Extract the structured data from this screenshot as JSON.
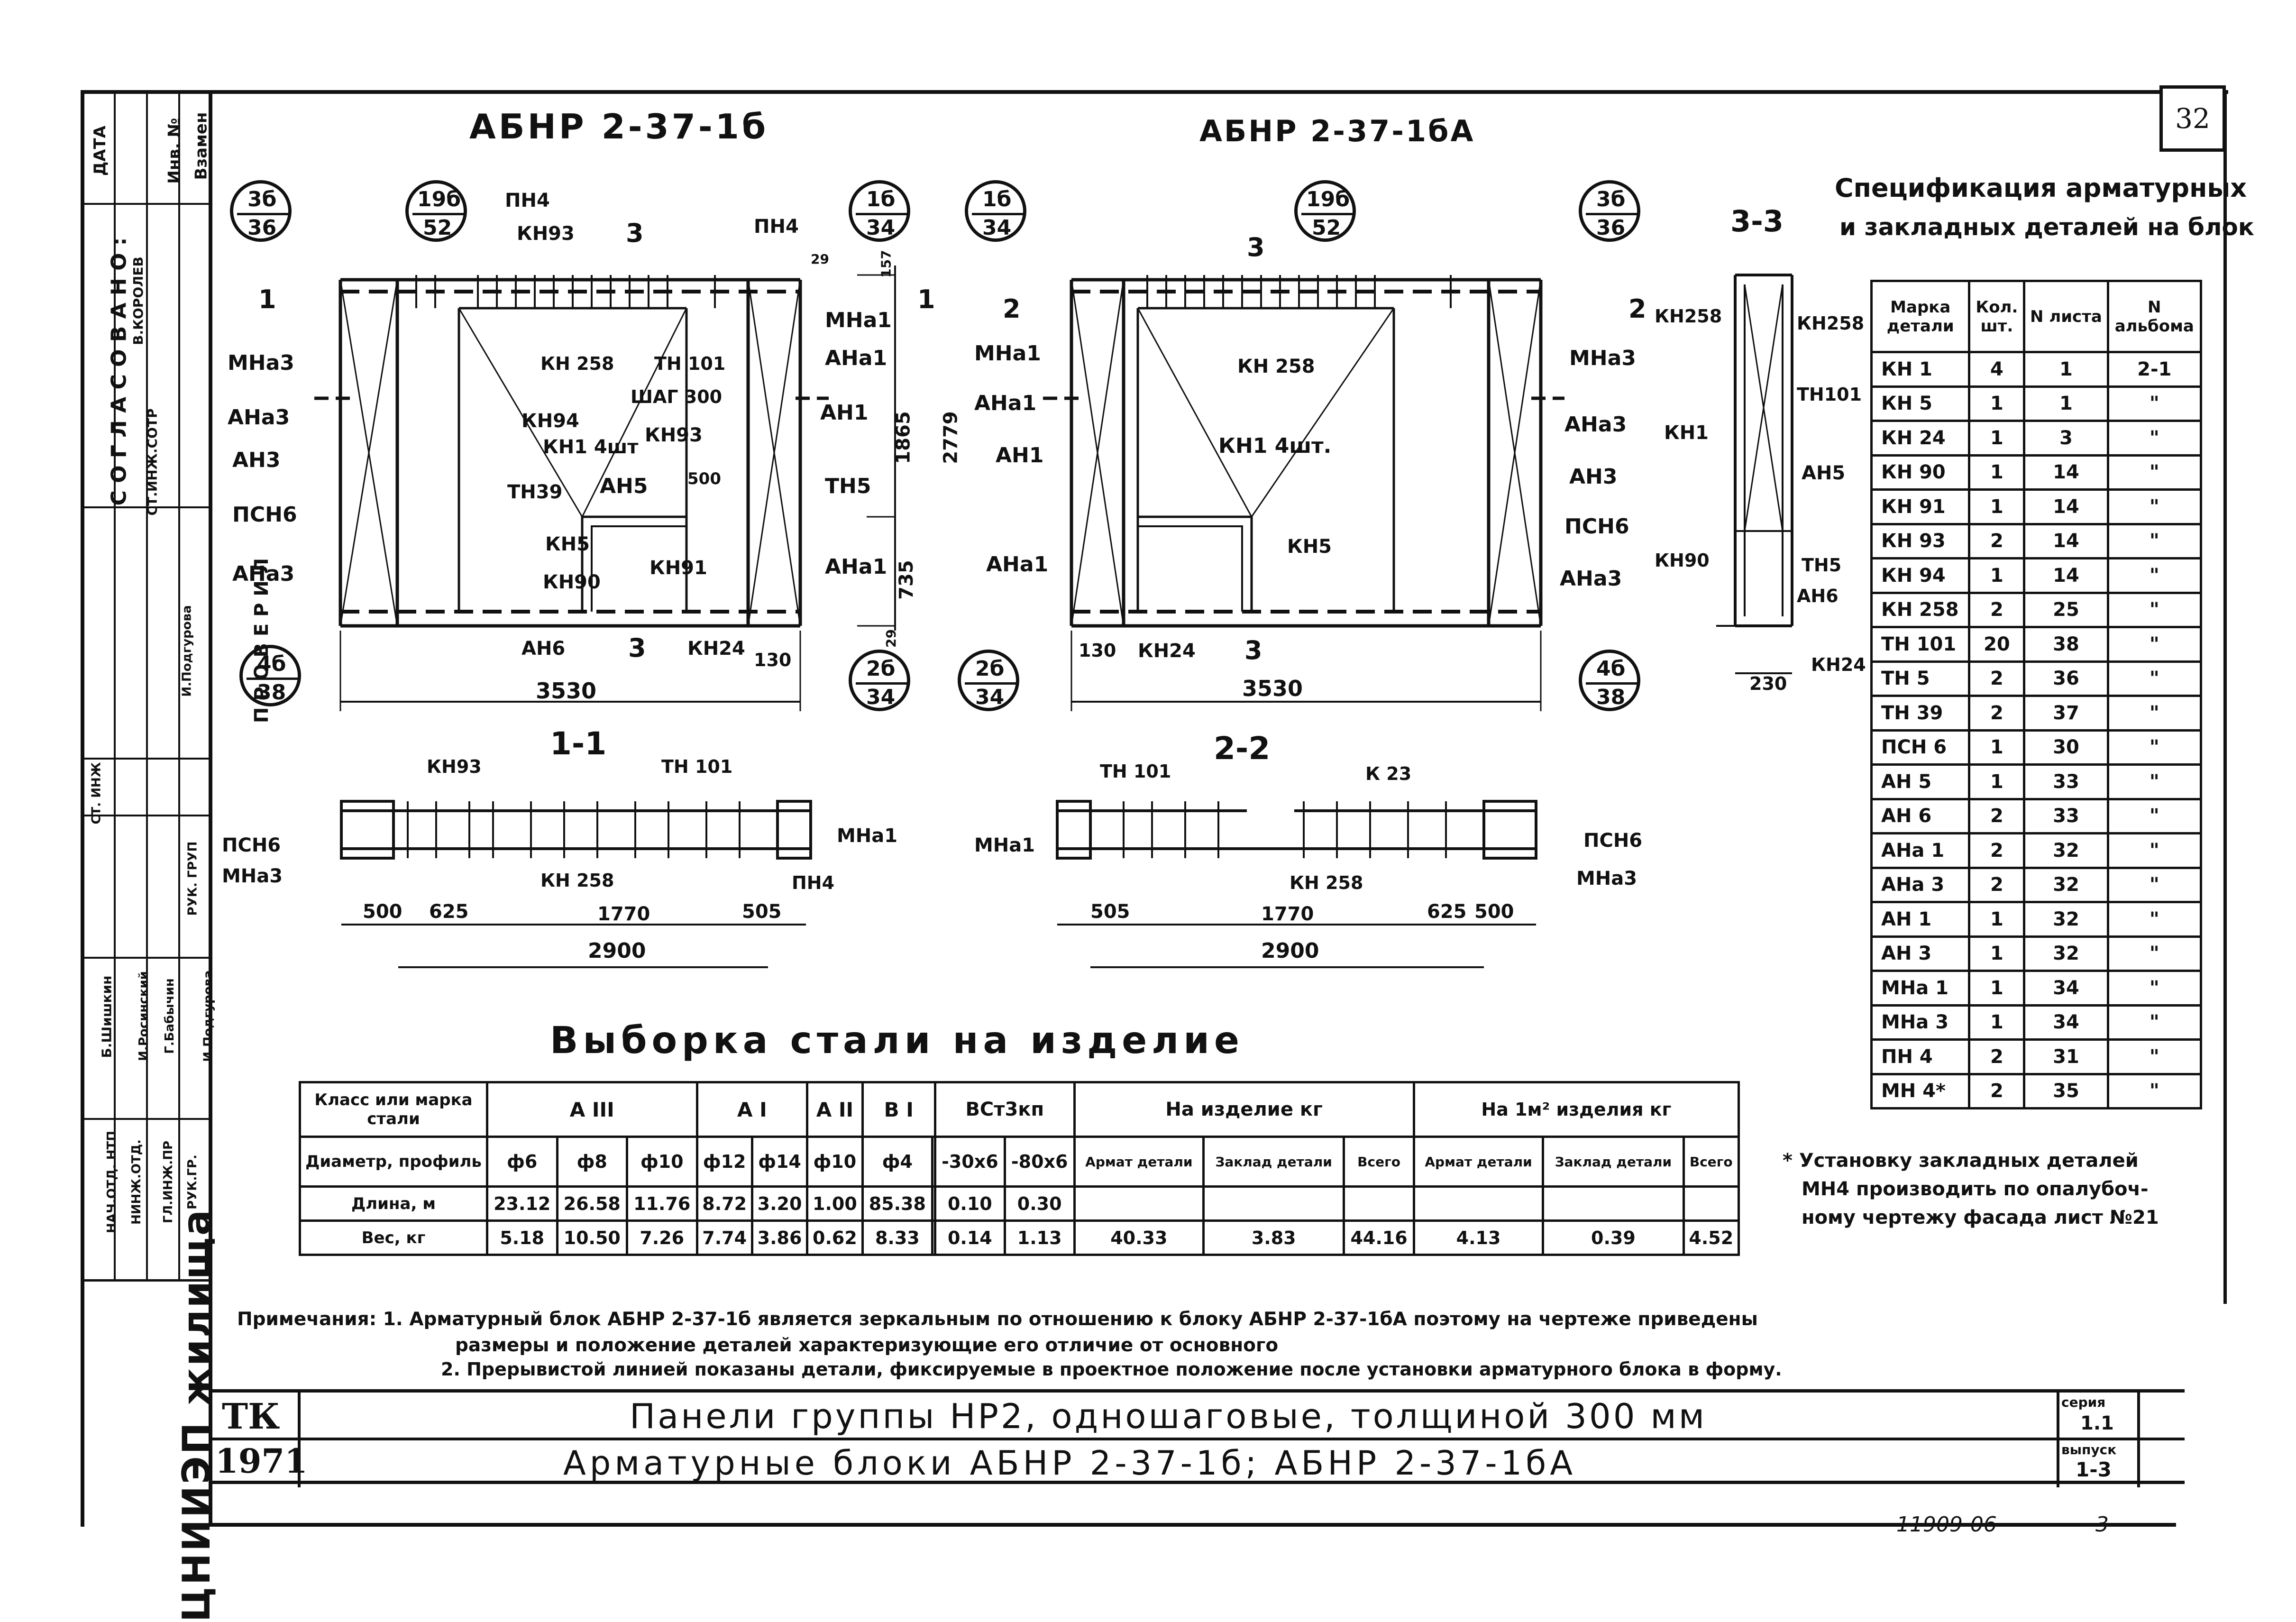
{
  "sheet_number": "32",
  "left_view_title": "АБНР 2-37-1б",
  "right_view_title": "АБНР 2-37-1бА",
  "section_33_title": "3-3",
  "section_11_title": "1-1",
  "section_22_title": "2-2",
  "left_view": {
    "bubbles": [
      {
        "top": "3б",
        "bottom": "36"
      },
      {
        "top": "19б",
        "bottom": "52"
      },
      {
        "top": "1б",
        "bottom": "34"
      },
      {
        "top": "4б",
        "bottom": "38"
      },
      {
        "top": "2б",
        "bottom": "34"
      }
    ],
    "labels": [
      "ПН4",
      "КН93",
      "ПН4",
      "МНа1",
      "АНа1",
      "АН1",
      "ТН5",
      "АНа1",
      "МНа3",
      "АНа3",
      "АН3",
      "ПСН6",
      "АНа3",
      "КН 258",
      "ТН 101",
      "ШАГ 300",
      "КН94",
      "КН1 4шт",
      "КН93",
      "ТН39",
      "АН5",
      "500",
      "КН5",
      "КН91",
      "КН90",
      "АН6",
      "КН24"
    ],
    "section_marks": [
      "1",
      "1",
      "3",
      "3"
    ],
    "dims": {
      "overall": "3530",
      "height": "2779",
      "upper": "1865",
      "lower": "735",
      "d130": "130",
      "d29": "29",
      "d157": "157",
      "d29b": "29"
    }
  },
  "right_view": {
    "bubbles": [
      {
        "top": "1б",
        "bottom": "34"
      },
      {
        "top": "19б",
        "bottom": "52"
      },
      {
        "top": "3б",
        "bottom": "36"
      },
      {
        "top": "2б",
        "bottom": "34"
      },
      {
        "top": "4б",
        "bottom": "38"
      }
    ],
    "labels": [
      "МНа1",
      "АНа1",
      "АН1",
      "КН 258",
      "КН1 4шт.",
      "КН5",
      "АНа1",
      "МНа3",
      "АНа3",
      "АН3",
      "ПСН6",
      "АНа3",
      "КН24"
    ],
    "section_marks": [
      "2",
      "2",
      "3",
      "3"
    ],
    "dims": {
      "overall": "3530",
      "d130": "130"
    }
  },
  "section_33": {
    "labels": [
      "КН258",
      "КН258",
      "ТН101",
      "КН1",
      "АН5",
      "КН90",
      "ТН5",
      "АН6",
      "КН24"
    ],
    "dim": "230"
  },
  "section_11": {
    "labels": [
      "КН93",
      "ТН 101",
      "ПСН6",
      "МНа3",
      "КН 258",
      "ПН4",
      "МНа1"
    ],
    "dims": [
      "500",
      "625",
      "1770",
      "505"
    ],
    "total": "2900"
  },
  "section_22": {
    "labels": [
      "ТН 101",
      "К 23",
      "МНа1",
      "ПСН6",
      "КН 258",
      "МНа3"
    ],
    "dims": [
      "505",
      "1770",
      "625",
      "500"
    ],
    "total": "2900"
  },
  "spec": {
    "title_line1": "Спецификация арматурных",
    "title_line2": "и закладных деталей на блок",
    "headers": [
      "Марка детали",
      "Кол. шт.",
      "N листа",
      "N альбома"
    ],
    "rows": [
      [
        "КН 1",
        "4",
        "1",
        "2-1"
      ],
      [
        "КН 5",
        "1",
        "1",
        "\""
      ],
      [
        "КН 24",
        "1",
        "3",
        "\""
      ],
      [
        "КН 90",
        "1",
        "14",
        "\""
      ],
      [
        "КН 91",
        "1",
        "14",
        "\""
      ],
      [
        "КН 93",
        "2",
        "14",
        "\""
      ],
      [
        "КН 94",
        "1",
        "14",
        "\""
      ],
      [
        "КН 258",
        "2",
        "25",
        "\""
      ],
      [
        "ТН 101",
        "20",
        "38",
        "\""
      ],
      [
        "ТН 5",
        "2",
        "36",
        "\""
      ],
      [
        "ТН 39",
        "2",
        "37",
        "\""
      ],
      [
        "ПСН 6",
        "1",
        "30",
        "\""
      ],
      [
        "АН 5",
        "1",
        "33",
        "\""
      ],
      [
        "АН 6",
        "2",
        "33",
        "\""
      ],
      [
        "АНа 1",
        "2",
        "32",
        "\""
      ],
      [
        "АНа 3",
        "2",
        "32",
        "\""
      ],
      [
        "АН 1",
        "1",
        "32",
        "\""
      ],
      [
        "АН 3",
        "1",
        "32",
        "\""
      ],
      [
        "МНа 1",
        "1",
        "34",
        "\""
      ],
      [
        "МНа 3",
        "1",
        "34",
        "\""
      ],
      [
        "ПН 4",
        "2",
        "31",
        "\""
      ],
      [
        "МН 4*",
        "2",
        "35",
        "\""
      ]
    ],
    "footnote_lines": [
      "* Установку закладных деталей",
      "МН4 производить по опалубоч-",
      "ному чертежу фасада лист №21"
    ]
  },
  "steel": {
    "title": "Выборка стали на изделие",
    "h_class": "Класс или марка стали",
    "h_a3": "А III",
    "h_a1": "А I",
    "h_a2": "А II",
    "h_b1": "В I",
    "h_vst": "ВСт3кп",
    "h_na_izd": "На изделие кг",
    "h_na_m2": "На 1м² изделия кг",
    "row_diam_label": "Диаметр, профиль",
    "diam": [
      "ф6",
      "ф8",
      "ф10",
      "ф12",
      "ф14",
      "ф10",
      "ф4",
      "",
      "-30х6",
      "-80х6",
      "Армат детали",
      "Заклад детали",
      "Всего",
      "Армат детали",
      "Заклад детали",
      "Всего"
    ],
    "row_len_label": "Длина, м",
    "len": [
      "23.12",
      "26.58",
      "11.76",
      "8.72",
      "3.20",
      "1.00",
      "85.38",
      "",
      "0.10",
      "0.30",
      "",
      "",
      "",
      "",
      "",
      ""
    ],
    "row_wt_label": "Вес, кг",
    "wt": [
      "5.18",
      "10.50",
      "7.26",
      "7.74",
      "3.86",
      "0.62",
      "8.33",
      "",
      "0.14",
      "1.13",
      "40.33",
      "3.83",
      "44.16",
      "4.13",
      "0.39",
      "4.52"
    ]
  },
  "notes": {
    "line1": "Примечания: 1. Арматурный блок АБНР 2-37-1б является зеркальным по отношению к блоку АБНР 2-37-1бА поэтому на чертеже приведены",
    "line2": "размеры и положение деталей характеризующие его отличие от основного",
    "line3": "2. Прерывистой линией показаны детали, фиксируемые в проектное положение после установки арматурного блока в форму."
  },
  "title_block": {
    "tk": "ТК",
    "year": "1971",
    "line1": "Панели группы НР2, одношаговые, толщиной 300 мм",
    "line2": "Арматурные блоки АБНР 2-37-1б; АБНР 2-37-1бА",
    "series_label": "серия",
    "series_val": "1.1",
    "issue_label": "выпуск",
    "issue_val": "1-3",
    "org": "ЦНИИЭП жилища"
  },
  "side_stamp": {
    "col_dates": "ДАТА",
    "col_inv": "Инв. №",
    "col_vzamen": "Взамен",
    "soglasovano": "С О Г Л А С О В А Н О :",
    "korolev": "В.КОРОЛЕВ",
    "st_inzh": "СТ.ИНЖ.СОТР",
    "proveril": "П Р О В Е Р И Л",
    "podgurova": "И.Подгурова",
    "st_inzh2": "СТ. ИНЖ",
    "ruk_grup": "РУК. ГРУП",
    "rows_names": [
      "Б.Шишкин",
      "И.Росинский",
      "Г.Бабычин",
      "И.Подгурова"
    ],
    "rows_roles": [
      "НАЧ.ОТД. НТП",
      "НИНЖ.ОТД.",
      "ГЛ.ИНЖ.ПР",
      "РУК.ГР."
    ]
  },
  "footer_code": "11909-06",
  "footer_page": "3"
}
